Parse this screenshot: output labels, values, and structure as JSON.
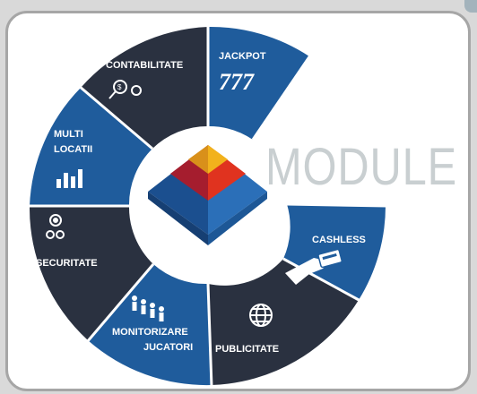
{
  "title": "MODULE",
  "colors": {
    "dark": "#2a3140",
    "blue": "#1f5c9c",
    "frame": "#a6a6a6",
    "module_text": "#c9cfd1",
    "pyramid_top": "#f2b21c",
    "pyramid_mid": "#e0331f",
    "pyramid_low": "#a51d2e",
    "pyramid_base_left": "#1b4f8f",
    "pyramid_base_right": "#2b6fb8"
  },
  "segments": [
    {
      "label_lines": [
        "JACKPOT"
      ],
      "extra": "777",
      "color": "blue",
      "icon": "slot-777-icon"
    },
    {
      "label_lines": [
        "CASHLESS"
      ],
      "color": "blue",
      "icon": "card-payment-icon"
    },
    {
      "label_lines": [
        "PUBLICITATE"
      ],
      "color": "dark",
      "icon": "globe-icon"
    },
    {
      "label_lines": [
        "MONITORIZARE",
        "JUCATORI"
      ],
      "color": "blue",
      "icon": "players-icon"
    },
    {
      "label_lines": [
        "SECURITATE"
      ],
      "color": "dark",
      "icon": "gears-icon"
    },
    {
      "label_lines": [
        "MULTI",
        "LOCATII"
      ],
      "color": "blue",
      "icon": "bar-chart-icon"
    },
    {
      "label_lines": [
        "CONTABILITATE"
      ],
      "color": "dark",
      "icon": "magnifier-coins-icon"
    }
  ]
}
